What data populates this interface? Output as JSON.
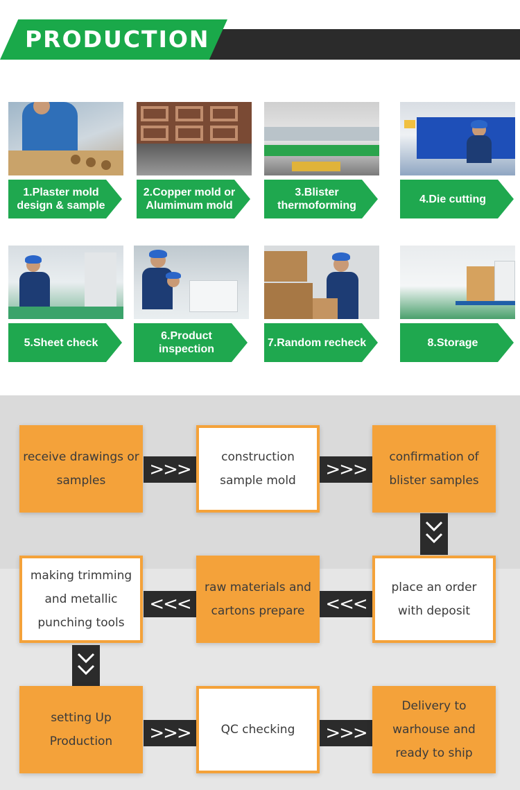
{
  "header": {
    "title": "PRODUCTION"
  },
  "steps": [
    {
      "label": "1.Plaster mold design & sample"
    },
    {
      "label": "2.Copper mold or Alumimum mold"
    },
    {
      "label": "3.Blister thermoforming"
    },
    {
      "label": "4.Die cutting"
    },
    {
      "label": "5.Sheet check"
    },
    {
      "label": "6.Product inspection"
    },
    {
      "label": "7.Random recheck"
    },
    {
      "label": "8.Storage"
    }
  ],
  "flow": [
    {
      "text": "receive drawings or samples"
    },
    {
      "text": "construction sample mold"
    },
    {
      "text": "confirmation of blister samples"
    },
    {
      "text": "place an order with deposit"
    },
    {
      "text": "raw materials and cartons prepare"
    },
    {
      "text": "making trimming and metallic punching tools"
    },
    {
      "text": "setting Up Production"
    },
    {
      "text": "QC checking"
    },
    {
      "text": "Delivery to warhouse and ready to ship"
    }
  ],
  "arrows": {
    "right": ">>>",
    "left": "<<<"
  },
  "colors": {
    "green": "#1fa84f",
    "dark": "#2b2b2b",
    "orange": "#f4a23a",
    "flow_bg": "#e6e6e6"
  }
}
